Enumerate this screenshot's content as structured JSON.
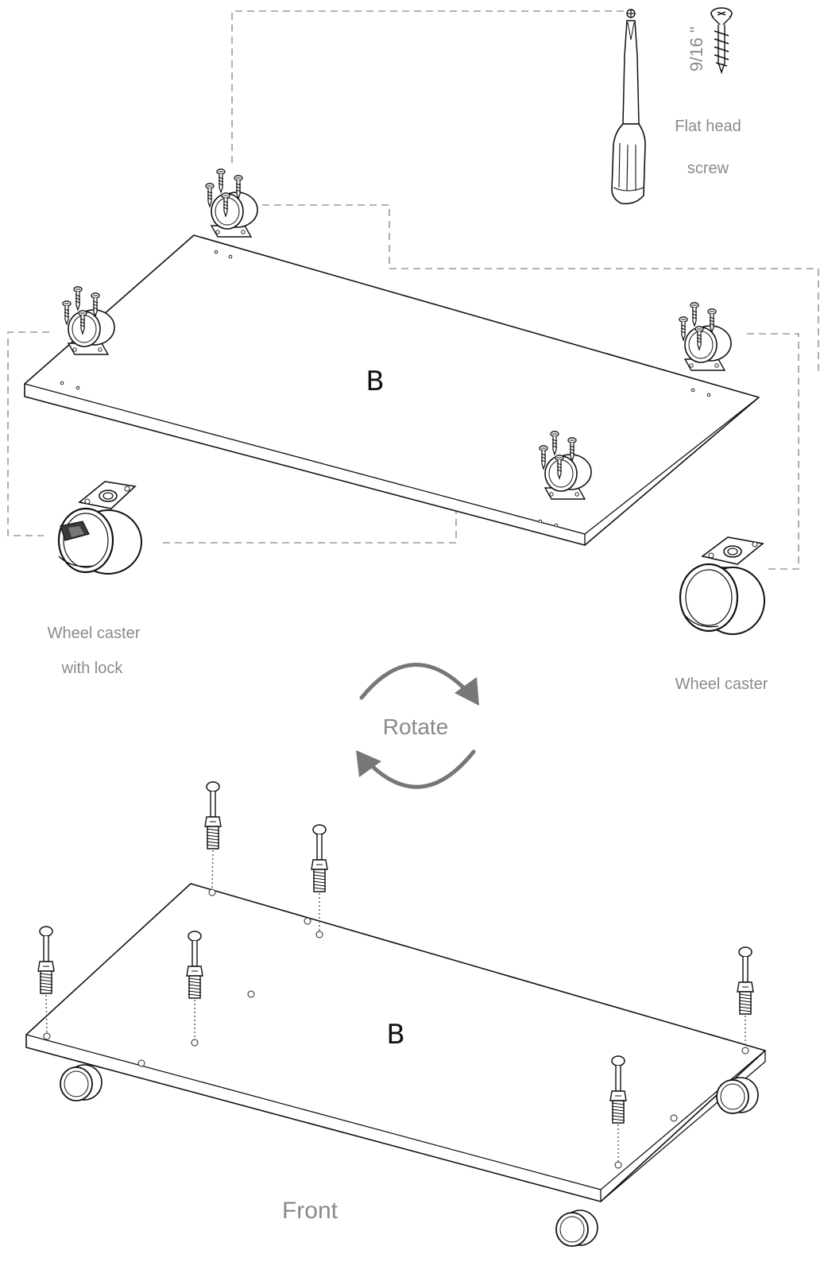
{
  "labels": {
    "screw_size": "9/16 \"",
    "screw_line1": "Flat head",
    "screw_line2": "screw",
    "caster_lock_line1": "Wheel caster",
    "caster_lock_line2": "with lock",
    "caster": "Wheel caster",
    "rotate": "Rotate",
    "front": "Front",
    "panel_top": "B",
    "panel_bottom": "B"
  },
  "icons": {
    "tool": "phillips-screwdriver-icon",
    "screw": "flat-head-screw-icon",
    "caster_lock": "wheel-caster-with-lock-icon",
    "caster": "wheel-caster-icon",
    "rotate": "rotate-arrows-icon",
    "cam_bolt": "cam-bolt-icon"
  },
  "colors": {
    "label": "#8a8a8a",
    "line": "#111111",
    "guide": "#9a9a9a",
    "arrow": "#777777"
  }
}
